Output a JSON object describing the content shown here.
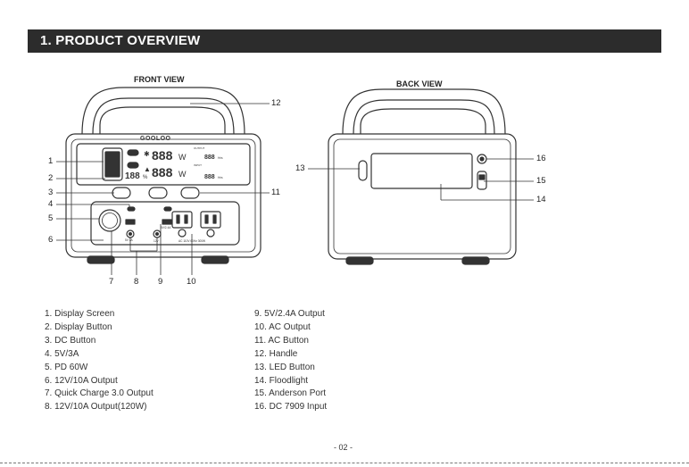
{
  "section": {
    "title": "1. PRODUCT OVERVIEW"
  },
  "front_view": {
    "title": "FRONT VIEW",
    "brand": "GOOLOO",
    "display": {
      "out_digits": "888",
      "in_digits": "888",
      "unit_w": "W",
      "percent_digits": "188",
      "percent_sign": "%",
      "time_digits": "888",
      "time_unit": "Hrs",
      "tiny_output": "OUTPUT",
      "tiny_input": "INPUT"
    },
    "ports": {
      "usb_label": "5V 3A",
      "pd_label": "5V/2.4A",
      "ac_label": "AC 110V 60Hz 300W",
      "dc_label": "12V"
    }
  },
  "back_view": {
    "title": "BACK VIEW"
  },
  "callouts": {
    "c1": "1",
    "c2": "2",
    "c3": "3",
    "c4": "4",
    "c5": "5",
    "c6": "6",
    "c7": "7",
    "c8": "8",
    "c9": "9",
    "c10": "10",
    "c11": "11",
    "c12": "12",
    "c13": "13",
    "c14": "14",
    "c15": "15",
    "c16": "16"
  },
  "legend": {
    "left": [
      "1. Display Screen",
      "2. Display Button",
      "3. DC Button",
      "4. 5V/3A",
      "5. PD 60W",
      "6. 12V/10A Output",
      "7. Quick Charge 3.0 Output",
      "8. 12V/10A Output(120W)"
    ],
    "right": [
      "9. 5V/2.4A Output",
      "10. AC Output",
      "11. AC Button",
      "12. Handle",
      "13. LED Button",
      "14. Floodlight",
      "15. Anderson Port",
      "16. DC 7909 Input"
    ]
  },
  "page_number": "- 02 -"
}
